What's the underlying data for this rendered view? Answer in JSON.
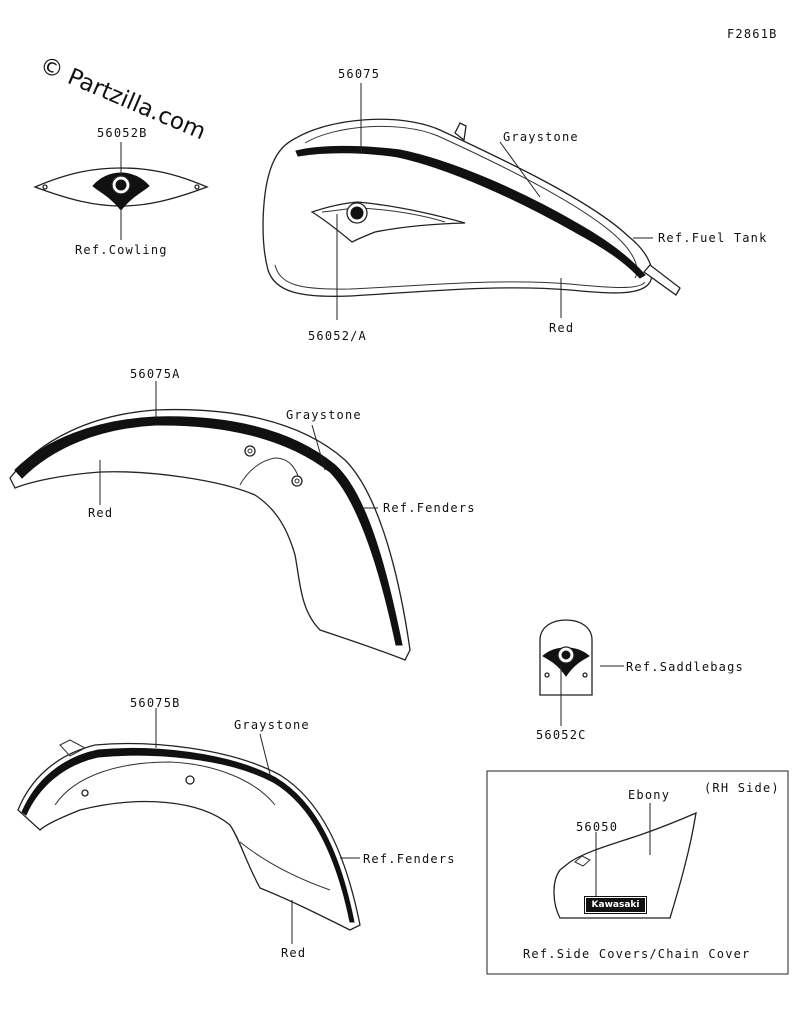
{
  "figure_code": "F2861B",
  "watermark": "© Partzilla.com",
  "labels": {
    "p56075": "56075",
    "graystone_tank": "Graystone",
    "ref_fuel_tank": "Ref.Fuel Tank",
    "p56052_a": "56052/A",
    "red_tank": "Red",
    "p56052b": "56052B",
    "ref_cowling": "Ref.Cowling",
    "p56075a": "56075A",
    "graystone_front": "Graystone",
    "ref_fenders_front": "Ref.Fenders",
    "red_front": "Red",
    "ref_saddlebags": "Ref.Saddlebags",
    "p56052c": "56052C",
    "p56075b": "56075B",
    "graystone_rear": "Graystone",
    "ref_fenders_rear": "Ref.Fenders",
    "red_rear": "Red",
    "rh_side": "(RH Side)",
    "ebony": "Ebony",
    "p56050": "56050",
    "kawasaki_badge": "Kawasaki",
    "ref_side_covers": "Ref.Side Covers/Chain Cover"
  }
}
